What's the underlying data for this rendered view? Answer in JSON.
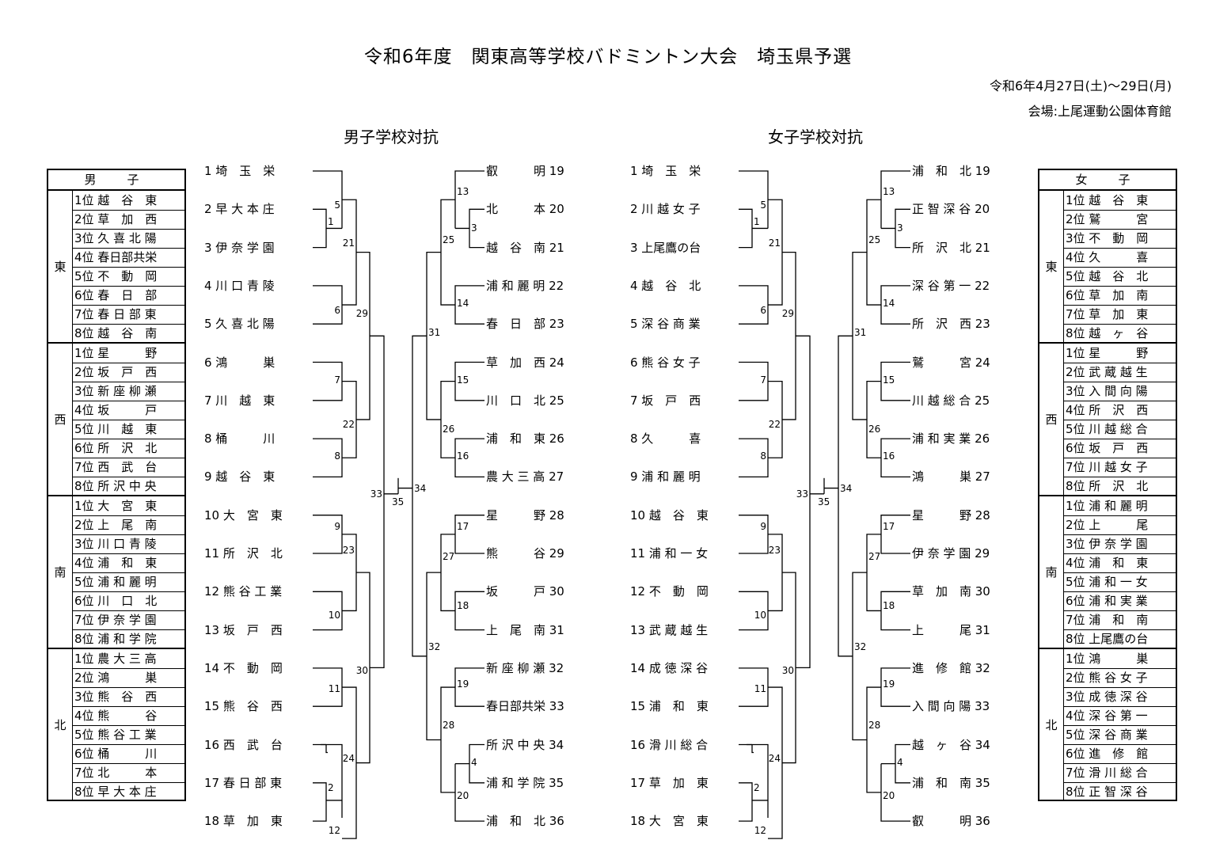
{
  "title": "令和6年度　関東高等学校バドミントン大会　埼玉県予選",
  "date": "令和6年4月27日(土)～29日(月)",
  "venue": "会場:上尾運動公園体育館",
  "boys": {
    "heading": "男子学校対抗",
    "box_title": "男　子",
    "groups": [
      {
        "label": "東",
        "rows": [
          "1位 越　谷　東",
          "2位 草　加　西",
          "3位 久 喜 北 陽",
          "4位 春日部共栄",
          "5位 不　動　岡",
          "6位 春　日　部",
          "7位 春 日 部 東",
          "8位 越　谷　南"
        ]
      },
      {
        "label": "西",
        "rows": [
          "1位 星　　　野",
          "2位 坂　戸　西",
          "3位 新 座 柳 瀬",
          "4位 坂　　　戸",
          "5位 川　越　東",
          "6位 所　沢　北",
          "7位 西　武　台",
          "8位 所 沢 中 央"
        ]
      },
      {
        "label": "南",
        "rows": [
          "1位 大　宮　東",
          "2位 上　尾　南",
          "3位 川 口 青 陵",
          "4位 浦　和　東",
          "5位 浦 和 麗 明",
          "6位 川　口　北",
          "7位 伊 奈 学 園",
          "8位 浦 和 学 院"
        ]
      },
      {
        "label": "北",
        "rows": [
          "1位 農 大 三 高",
          "2位 鴻　　　巣",
          "3位 熊　谷　西",
          "4位 熊　　　谷",
          "5位 熊 谷 工 業",
          "6位 桶　　　川",
          "7位 北　　　本",
          "8位 早 大 本 庄"
        ]
      }
    ],
    "left_teams": [
      "1 埼　玉　栄",
      "2 早 大 本 庄",
      "3 伊 奈 学 園",
      "4 川 口 青 陵",
      "5 久 喜 北 陽",
      "6 鴻　　　巣",
      "7 川　越　東",
      "8 桶　　　川",
      "9 越　谷　東",
      "10 大　宮　東",
      "11 所　沢　北",
      "12 熊 谷 工 業",
      "13 坂　戸　西",
      "14 不　動　岡",
      "15 熊　谷　西",
      "16 西　武　台",
      "17 春 日 部 東",
      "18 草　加　東"
    ],
    "right_teams": [
      "叡　　　明 19",
      "北　　　本 20",
      "越　谷　南 21",
      "浦 和 麗 明 22",
      "春　日　部 23",
      "草　加　西 24",
      "川　口　北 25",
      "浦　和　東 26",
      "農 大 三 高 27",
      "星　　　野 28",
      "熊　　　谷 29",
      "坂　　　戸 30",
      "上　尾　南 31",
      "新 座 柳 瀬 32",
      "春日部共栄 33",
      "所 沢 中 央 34",
      "浦 和 学 院 35",
      "浦　和　北 36"
    ]
  },
  "girls": {
    "heading": "女子学校対抗",
    "box_title": "女　子",
    "groups": [
      {
        "label": "東",
        "rows": [
          "1位 越　谷　東",
          "2位 鷲　　　宮",
          "3位 不　動　岡",
          "4位 久　　　喜",
          "5位 越　谷　北",
          "6位 草　加　南",
          "7位 草　加　東",
          "8位 越　ヶ　谷"
        ]
      },
      {
        "label": "西",
        "rows": [
          "1位 星　　　野",
          "2位 武 蔵 越 生",
          "3位 入 間 向 陽",
          "4位 所　沢　西",
          "5位 川 越 総 合",
          "6位 坂　戸　西",
          "7位 川 越 女 子",
          "8位 所　沢　北"
        ]
      },
      {
        "label": "南",
        "rows": [
          "1位 浦 和 麗 明",
          "2位 上　　　尾",
          "3位 伊 奈 学 園",
          "4位 浦　和　東",
          "5位 浦 和 一 女",
          "6位 浦 和 実 業",
          "7位 浦　和　南",
          "8位 上尾鷹の台"
        ]
      },
      {
        "label": "北",
        "rows": [
          "1位 鴻　　　巣",
          "2位 熊 谷 女 子",
          "3位 成 徳 深 谷",
          "4位 深 谷 第 一",
          "5位 深 谷 商 業",
          "6位 進　修　館",
          "7位 滑 川 総 合",
          "8位 正 智 深 谷"
        ]
      }
    ],
    "left_teams": [
      "1 埼　玉　栄",
      "2 川 越 女 子",
      "3 上尾鷹の台",
      "4 越　谷　北",
      "5 深 谷 商 業",
      "6 熊 谷 女 子",
      "7 坂　戸　西",
      "8 久　　　喜",
      "9 浦 和 麗 明",
      "10 越　谷　東",
      "11 浦 和 一 女",
      "12 不　動　岡",
      "13 武 蔵 越 生",
      "14 成 徳 深 谷",
      "15 浦　和　東",
      "16 滑 川 総 合",
      "17 草　加　東",
      "18 大　宮　東"
    ],
    "right_teams": [
      "浦　和　北 19",
      "正 智 深 谷 20",
      "所　沢　北 21",
      "深 谷 第 一 22",
      "所　沢　西 23",
      "鷲　　　宮 24",
      "川 越 総 合 25",
      "浦 和 実 業 26",
      "鴻　　　巣 27",
      "星　　　野 28",
      "伊 奈 学 園 29",
      "草　加　南 30",
      "上　　　尾 31",
      "進　修　館 32",
      "入 間 向 陽 33",
      "越　ヶ　谷 34",
      "浦　和　南 35",
      "叡　　　明 36"
    ]
  },
  "rounds": [
    "1",
    "2",
    "3",
    "4",
    "5",
    "6",
    "7",
    "8",
    "9",
    "10",
    "11",
    "12",
    "13",
    "14",
    "15",
    "16",
    "17",
    "18",
    "19",
    "20",
    "21",
    "22",
    "23",
    "24",
    "25",
    "26",
    "27",
    "28",
    "29",
    "30",
    "31",
    "32",
    "33",
    "34",
    "35"
  ]
}
